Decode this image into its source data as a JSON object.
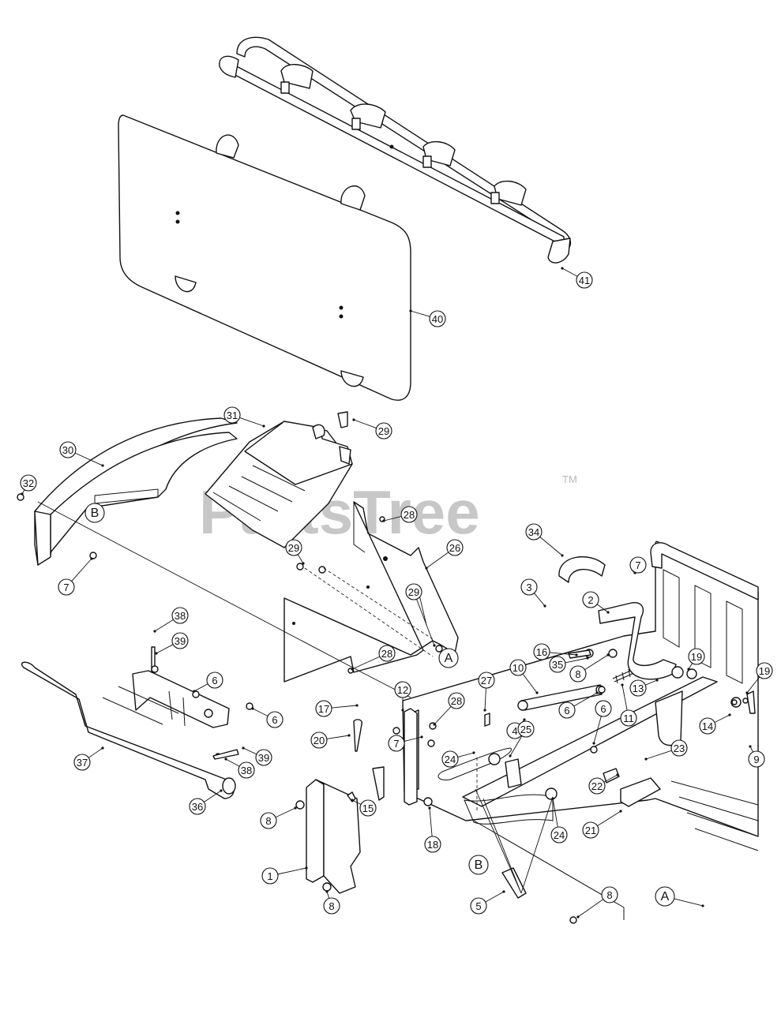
{
  "watermark": {
    "text": "PartsTree",
    "trademark": "TM"
  },
  "callouts": [
    {
      "id": "c41",
      "label": "41"
    },
    {
      "id": "c40",
      "label": "40"
    },
    {
      "id": "c31",
      "label": "31"
    },
    {
      "id": "c29a",
      "label": "29"
    },
    {
      "id": "c30",
      "label": "30"
    },
    {
      "id": "c32",
      "label": "32"
    },
    {
      "id": "cB1",
      "label": "B"
    },
    {
      "id": "c7a",
      "label": "7"
    },
    {
      "id": "c28a",
      "label": "28"
    },
    {
      "id": "c29b",
      "label": "29"
    },
    {
      "id": "c26",
      "label": "26"
    },
    {
      "id": "c29c",
      "label": "29"
    },
    {
      "id": "c28b",
      "label": "28"
    },
    {
      "id": "cA1",
      "label": "A"
    },
    {
      "id": "c34",
      "label": "34"
    },
    {
      "id": "c7b",
      "label": "7"
    },
    {
      "id": "c3",
      "label": "3"
    },
    {
      "id": "c2",
      "label": "2"
    },
    {
      "id": "c16",
      "label": "16"
    },
    {
      "id": "c35",
      "label": "35"
    },
    {
      "id": "c8a",
      "label": "8"
    },
    {
      "id": "c19a",
      "label": "19"
    },
    {
      "id": "c13",
      "label": "13"
    },
    {
      "id": "c11",
      "label": "11"
    },
    {
      "id": "c10",
      "label": "10"
    },
    {
      "id": "c6a",
      "label": "6"
    },
    {
      "id": "c4",
      "label": "4"
    },
    {
      "id": "c6b",
      "label": "6"
    },
    {
      "id": "c27",
      "label": "27"
    },
    {
      "id": "c12",
      "label": "12"
    },
    {
      "id": "c28c",
      "label": "28"
    },
    {
      "id": "c17",
      "label": "17"
    },
    {
      "id": "c20",
      "label": "20"
    },
    {
      "id": "c7c",
      "label": "7"
    },
    {
      "id": "c24a",
      "label": "24"
    },
    {
      "id": "c25",
      "label": "25"
    },
    {
      "id": "c19b",
      "label": "19"
    },
    {
      "id": "c14",
      "label": "14"
    },
    {
      "id": "c9",
      "label": "9"
    },
    {
      "id": "c23",
      "label": "23"
    },
    {
      "id": "c22",
      "label": "22"
    },
    {
      "id": "c21",
      "label": "21"
    },
    {
      "id": "c24b",
      "label": "24"
    },
    {
      "id": "c38a",
      "label": "38"
    },
    {
      "id": "c39a",
      "label": "39"
    },
    {
      "id": "c6c",
      "label": "6"
    },
    {
      "id": "c6d",
      "label": "6"
    },
    {
      "id": "c37",
      "label": "37"
    },
    {
      "id": "c38b",
      "label": "38"
    },
    {
      "id": "c39b",
      "label": "39"
    },
    {
      "id": "c36",
      "label": "36"
    },
    {
      "id": "c15",
      "label": "15"
    },
    {
      "id": "c8b",
      "label": "8"
    },
    {
      "id": "c1",
      "label": "1"
    },
    {
      "id": "c8c",
      "label": "8"
    },
    {
      "id": "c18",
      "label": "18"
    },
    {
      "id": "cB2",
      "label": "B"
    },
    {
      "id": "c5",
      "label": "5"
    },
    {
      "id": "c8d",
      "label": "8"
    },
    {
      "id": "cA2",
      "label": "A"
    }
  ]
}
